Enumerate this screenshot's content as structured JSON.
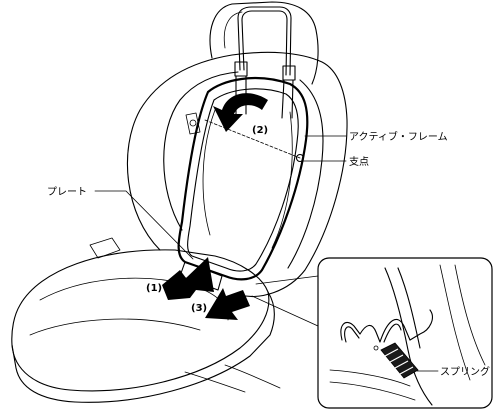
{
  "labels": {
    "active_frame": "アクティブ・フレーム",
    "pivot": "支点",
    "plate": "プレート",
    "spring": "スプリング"
  },
  "steps": {
    "step1": "(1)",
    "step2": "(2)",
    "step3": "(3)"
  }
}
